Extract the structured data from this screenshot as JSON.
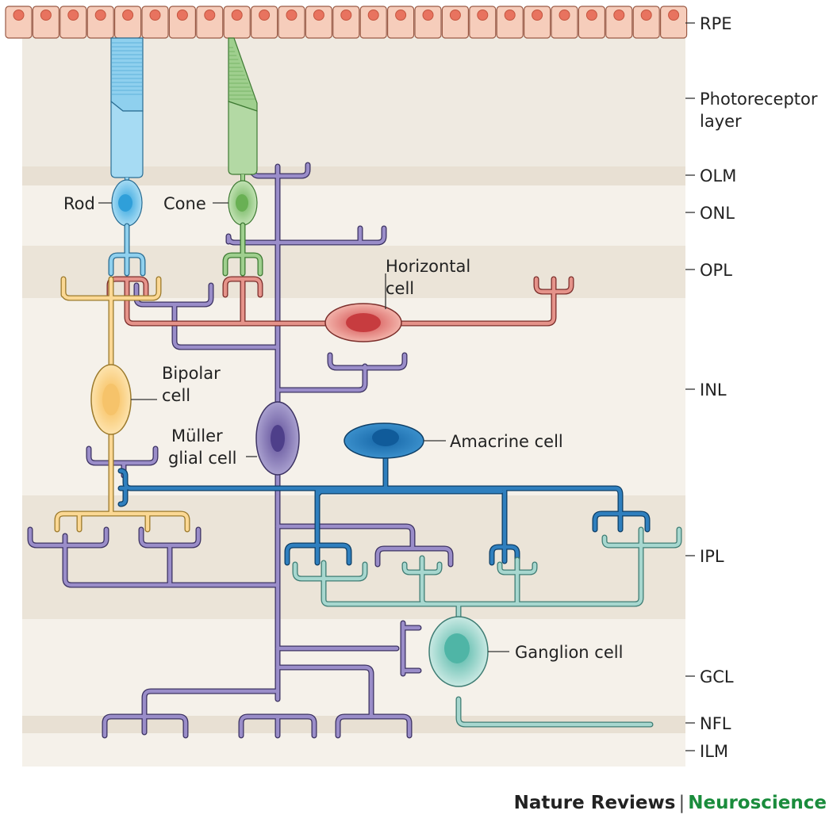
{
  "layers": {
    "rpe": "RPE",
    "photoreceptor_1": "Photoreceptor",
    "photoreceptor_2": "layer",
    "olm": "OLM",
    "onl": "ONL",
    "opl": "OPL",
    "inl": "INL",
    "ipl": "IPL",
    "gcl": "GCL",
    "nfl": "NFL",
    "ilm": "ILM"
  },
  "cells": {
    "rod": "Rod",
    "cone": "Cone",
    "horizontal_1": "Horizontal",
    "horizontal_2": "cell",
    "bipolar_1": "Bipolar",
    "bipolar_2": "cell",
    "muller_1": "Müller",
    "muller_2": "glial cell",
    "amacrine": "Amacrine cell",
    "ganglion": "Ganglion cell"
  },
  "footer": {
    "brand": "Nature Reviews",
    "separator": "|",
    "journal": "Neuroscience"
  },
  "colors": {
    "rpe": "#f2c1ad",
    "rod": "#8fd0ee",
    "cone": "#9fcf8e",
    "horizontal": "#e5938a",
    "bipolar": "#fbd894",
    "muller": "#8b7cbb",
    "amacrine": "#2f7fbe",
    "ganglion": "#a7d7cf",
    "journal": "#1a8c3c"
  }
}
